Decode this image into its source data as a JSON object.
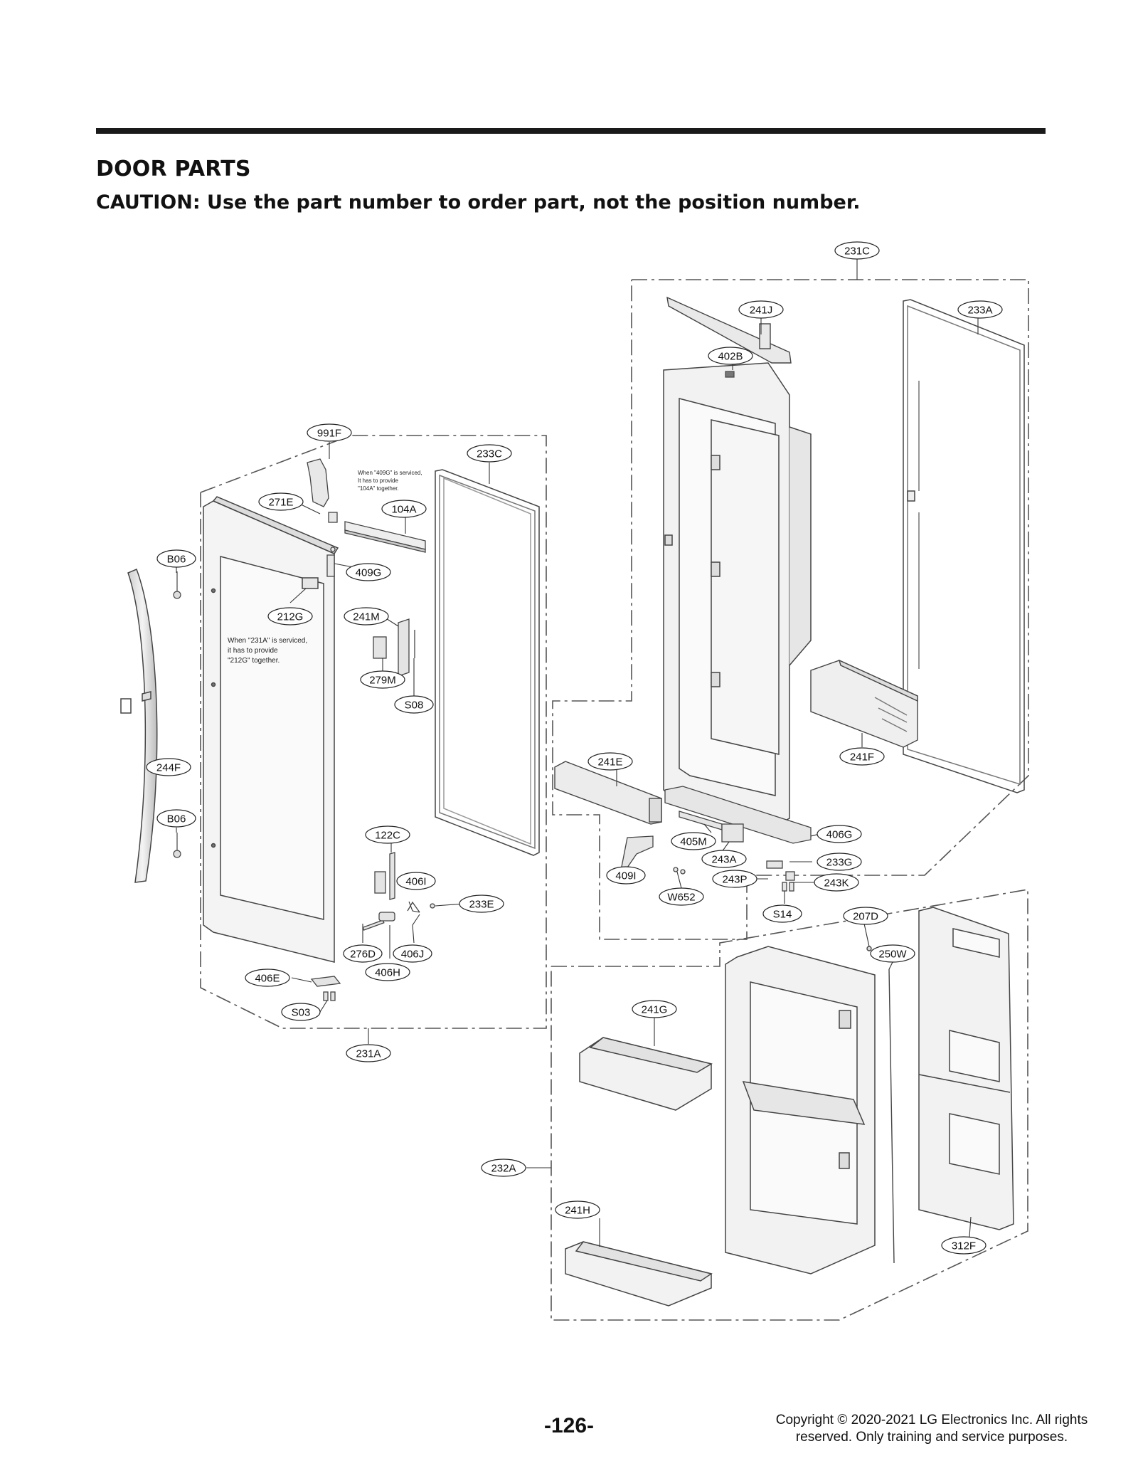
{
  "header": {
    "title": "DOOR PARTS",
    "caution": "CAUTION: Use the part number to order part, not the position number."
  },
  "notes": {
    "note_409g": [
      "When \"409G\" is serviced,",
      "It has to provide",
      "\"104A\" together."
    ],
    "note_231a": [
      "When \"231A\" is serviced,",
      "it has to provide",
      "\"212G\" together."
    ]
  },
  "callouts": {
    "c231C": "231C",
    "c241J": "241J",
    "c233A": "233A",
    "c402B": "402B",
    "c991F": "991F",
    "c233C": "233C",
    "c271E": "271E",
    "c104A": "104A",
    "cB06a": "B06",
    "c409G": "409G",
    "c212G": "212G",
    "c241M": "241M",
    "c279M": "279M",
    "cS08": "S08",
    "c241E": "241E",
    "c241F": "241F",
    "c244F": "244F",
    "cB06b": "B06",
    "c122C": "122C",
    "c405M": "405M",
    "c406G": "406G",
    "c243A": "243A",
    "c233G": "233G",
    "c409I": "409I",
    "c243P": "243P",
    "c243K": "243K",
    "c406I": "406I",
    "cW652": "W652",
    "c233E": "233E",
    "cS14": "S14",
    "c207D": "207D",
    "c250W": "250W",
    "c276D": "276D",
    "c406J": "406J",
    "c406H": "406H",
    "c406E": "406E",
    "cS03": "S03",
    "c231A": "231A",
    "c241G": "241G",
    "c232A": "232A",
    "c241H": "241H",
    "c312F": "312F"
  },
  "footer": {
    "page_number": "-126-",
    "copyright": "Copyright © 2020-2021 LG Electronics Inc. All rights reserved. Only training and service purposes."
  }
}
